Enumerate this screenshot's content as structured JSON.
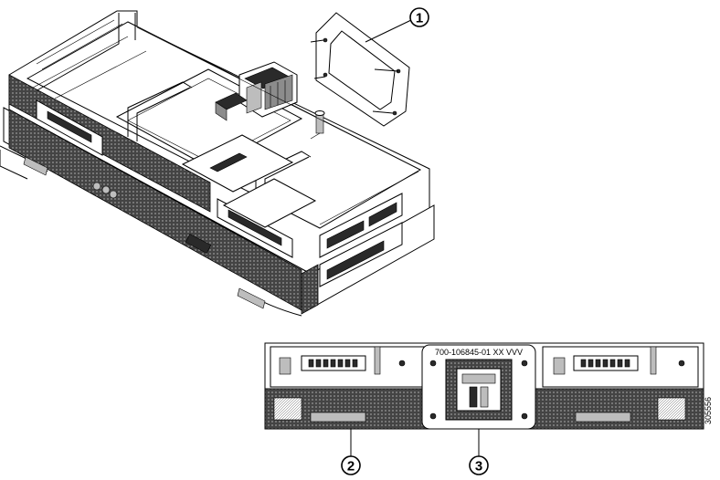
{
  "callouts": [
    {
      "label": "1"
    },
    {
      "label": "2"
    },
    {
      "label": "3"
    }
  ],
  "part_label": "700-106845-01  XX  VVV",
  "figure_id": "305556"
}
